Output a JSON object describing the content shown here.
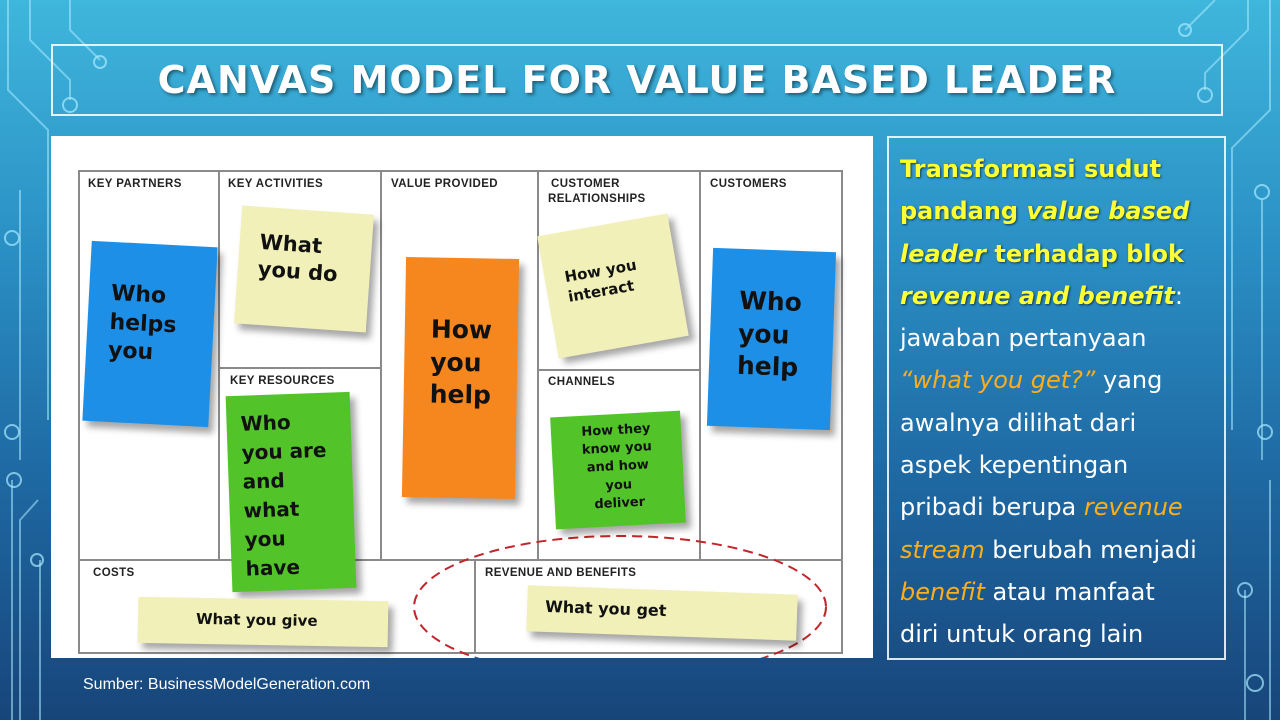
{
  "slide": {
    "title": "CANVAS MODEL FOR VALUE BASED LEADER",
    "source": "Sumber: BusinessModelGeneration.com"
  },
  "canvas": {
    "blocks": {
      "key_partners": "KEY PARTNERS",
      "key_activities": "KEY ACTIVITIES",
      "value_provided": "VALUE PROVIDED",
      "customer_relationships_1": "CUSTOMER",
      "customer_relationships_2": "RELATIONSHIPS",
      "customers": "CUSTOMERS",
      "key_resources": "KEY RESOURCES",
      "channels": "CHANNELS",
      "costs": "COSTS",
      "revenue_and_benefits": "REVENUE AND BENEFITS"
    },
    "notes": {
      "who_helps_you": [
        "Who",
        "helps",
        "you"
      ],
      "what_you_do": [
        "What",
        "you do"
      ],
      "how_you_help": [
        "How",
        "you",
        "help"
      ],
      "how_you_interact": [
        "How you",
        "interact"
      ],
      "who_you_help": [
        "Who",
        "you",
        "help"
      ],
      "who_you_are": [
        "Who",
        "you are",
        "and",
        "what",
        "you",
        "have"
      ],
      "how_they_know": [
        "How they",
        "know you",
        "and how",
        "you",
        "deliver"
      ],
      "what_you_give": "What you give",
      "what_you_get": "What you get"
    }
  },
  "panel": {
    "p1": "Transformasi sudut",
    "p2": "pandang ",
    "p3": "value based",
    "p4": "leader",
    "p5": " terhadap blok",
    "p6": "revenue and benefit",
    "p7": ":",
    "p8": "jawaban pertanyaan",
    "p9": "“what you get?”",
    "p10": " yang",
    "p11": "awalnya dilihat dari",
    "p12": "aspek kepentingan",
    "p13": "pribadi berupa ",
    "p14": "revenue",
    "p15": "stream",
    "p16": " berubah menjadi",
    "p17": "benefit",
    "p18": " atau manfaat",
    "p19": "diri untuk orang lain"
  },
  "colors": {
    "highlight": "#ffff33",
    "orange_text": "#ffae1a",
    "note_yellow": "#f0f0b8",
    "note_blue": "#1e8fe6",
    "note_orange": "#f5871e",
    "note_green": "#52c42a",
    "ellipse": "#c0262c"
  }
}
